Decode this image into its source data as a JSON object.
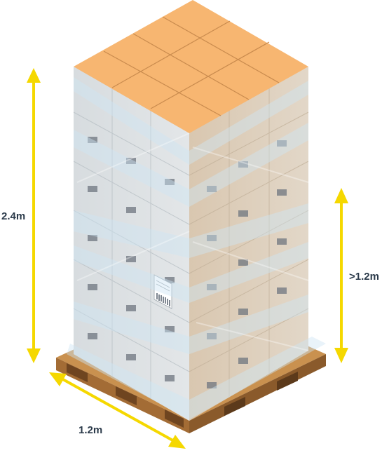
{
  "dimensions": {
    "height": {
      "label": "2.4m"
    },
    "max_height": {
      "label": ">1.2m"
    },
    "width": {
      "label": "1.2m"
    }
  },
  "colors": {
    "arrow": "#f5d800",
    "box_top": "#f7b671",
    "box_top_light": "#f9c68c",
    "box_seam": "#c98b4e",
    "pallet_light": "#c9914f",
    "pallet_dark": "#8a5a2b",
    "wrap": "#cfe6f4",
    "label_text": "#2b3a4a"
  }
}
